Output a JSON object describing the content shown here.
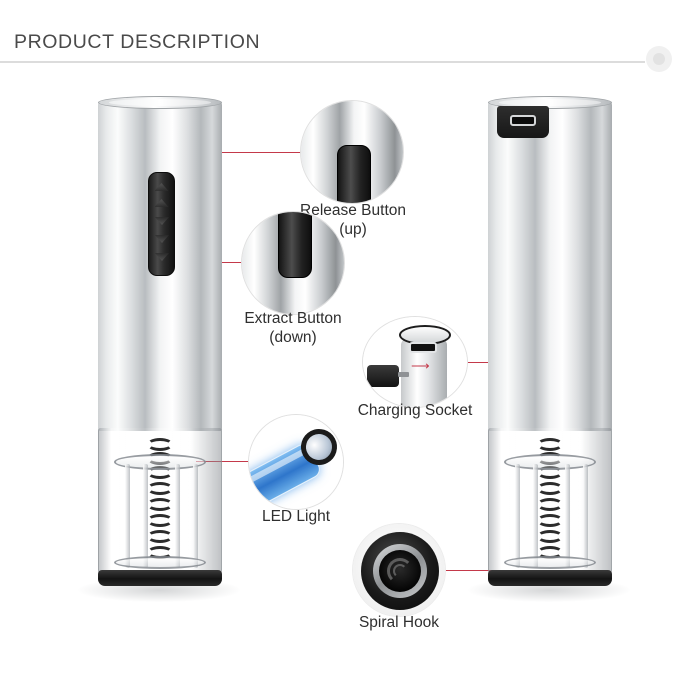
{
  "header": {
    "title": "PRODUCT DESCRIPTION",
    "decoration_icon": "circle-dot-icon",
    "rule_color": "#dcdcdc"
  },
  "colors": {
    "background": "#ffffff",
    "leader_line": "#c4394a",
    "caption_text": "#2f2f2f",
    "header_text": "#4a4a4a",
    "magnifier_border": "#e0e0e0",
    "button_black": "#1c1c1c",
    "led_blue": "#236ec8"
  },
  "products": [
    {
      "name": "electric-wine-opener-front",
      "position": "left",
      "features_shown": [
        "rocker-button",
        "transparent-chamber",
        "spiral-corkscrew",
        "black-base-ring"
      ]
    },
    {
      "name": "electric-wine-opener-back",
      "position": "right",
      "features_shown": [
        "usb-charging-port",
        "transparent-chamber",
        "spiral-corkscrew",
        "black-base-ring"
      ]
    }
  ],
  "callouts": [
    {
      "id": "release-button",
      "icon": "release-button-icon",
      "label_line1": "Release Button",
      "label_line2": "(up)",
      "target": "upper-half-of-rocker-button"
    },
    {
      "id": "extract-button",
      "icon": "extract-button-icon",
      "label_line1": "Extract Button",
      "label_line2": "(down)",
      "target": "lower-half-of-rocker-button"
    },
    {
      "id": "charging-socket",
      "icon": "charging-socket-icon",
      "label_line1": "Charging Socket",
      "label_line2": "",
      "target": "usb-port-on-top-of-device"
    },
    {
      "id": "led-light",
      "icon": "led-light-icon",
      "label_line1": "LED Light",
      "label_line2": "",
      "target": "illuminated-transparent-chamber"
    },
    {
      "id": "spiral-hook",
      "icon": "spiral-hook-icon",
      "label_line1": "Spiral Hook",
      "label_line2": "",
      "target": "corkscrew-at-device-base"
    }
  ]
}
